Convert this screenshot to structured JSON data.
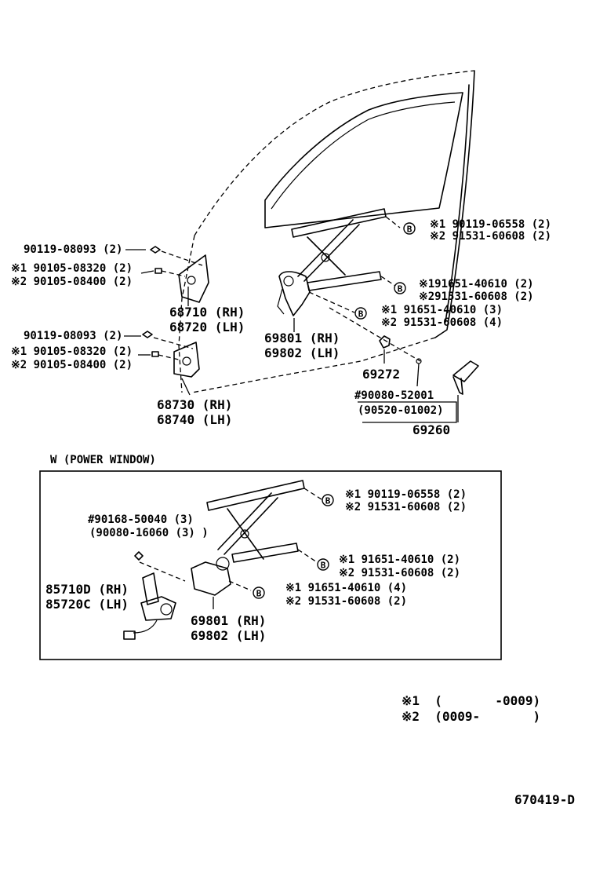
{
  "top": {
    "hinge_upper": {
      "fasteners": [
        "90119-08093 (2)",
        "※1 90105-08320 (2)",
        "※2 90105-08400 (2)"
      ],
      "part_rh": "68710 (RH)",
      "part_lh": "68720 (LH)"
    },
    "hinge_lower": {
      "fasteners": [
        "90119-08093 (2)",
        "※1 90105-08320 (2)",
        "※2 90105-08400 (2)"
      ],
      "part_rh": "68730 (RH)",
      "part_lh": "68740 (LH)"
    },
    "regulator": {
      "part_rh": "69801 (RH)",
      "part_lh": "69802 (LH)",
      "bolts_a": [
        "※1 90119-06558 (2)",
        "※2 91531-60608 (2)"
      ],
      "bolts_b": [
        "※191651-40610 (2)",
        "※291531-60608 (2)"
      ],
      "bolts_c": [
        "※1 91651-40610 (3)",
        "※2 91531-60608 (4)"
      ]
    },
    "clip": "69272",
    "handle": {
      "part": "69260",
      "sub1": "#90080-52001",
      "sub2": "(90520-01002)"
    }
  },
  "power_window": {
    "title": "W (POWER  WINDOW)",
    "bolts_a": [
      "※1 90119-06558 (2)",
      "※2 91531-60608 (2)"
    ],
    "screw": [
      "#90168-50040 (3)",
      "(90080-16060 (3) )"
    ],
    "bolts_b": [
      "※1 91651-40610 (2)",
      "※2 91531-60608 (2)"
    ],
    "bolts_c": [
      "※1 91651-40610 (4)",
      "※2 91531-60608 (2)"
    ],
    "motor_rh": "85710D (RH)",
    "motor_lh": "85720C (LH)",
    "part_rh": "69801 (RH)",
    "part_lh": "69802 (LH)"
  },
  "notes": [
    "※1  (       -0009)",
    "※2  (0009-       )"
  ],
  "bolt_symbol": "B",
  "diagram_id": "670419-D"
}
